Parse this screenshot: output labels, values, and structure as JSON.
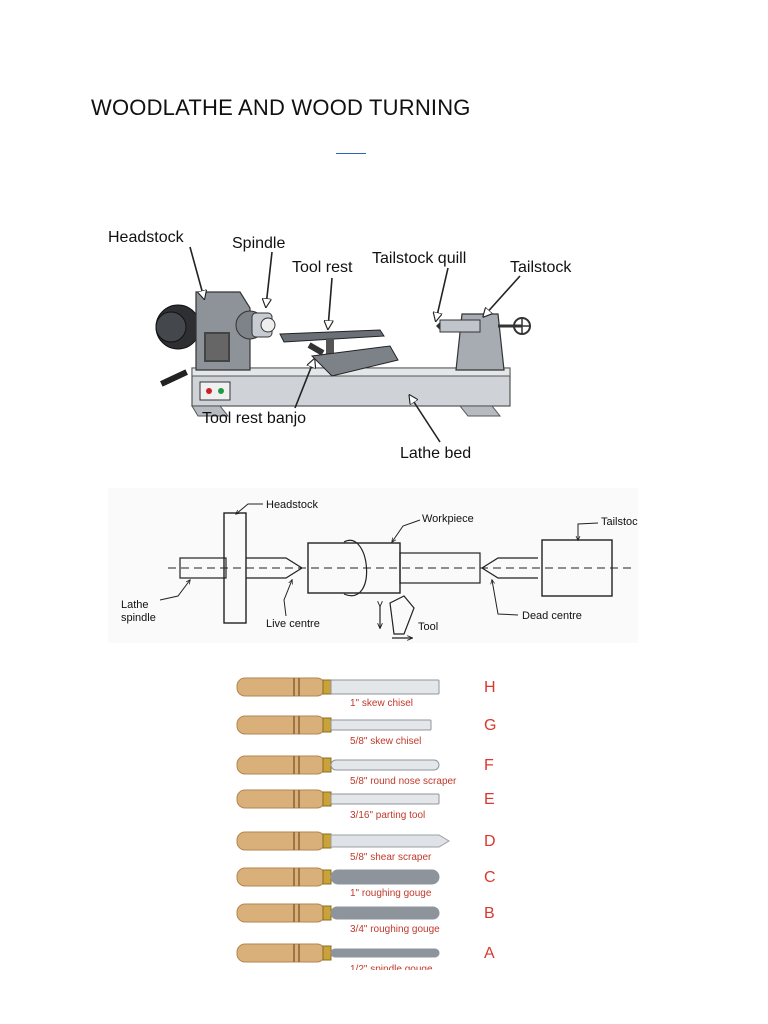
{
  "document": {
    "title": "WOODLATHE AND WOOD TURNING",
    "link_text": ""
  },
  "figure1": {
    "labels": {
      "headstock": "Headstock",
      "spindle": "Spindle",
      "tool_rest": "Tool rest",
      "tailstock_quill": "Tailstock quill",
      "tailstock": "Tailstock",
      "tool_rest_banjo": "Tool rest banjo",
      "lathe_bed": "Lathe bed"
    }
  },
  "figure2": {
    "labels": {
      "headstock": "Headstock",
      "workpiece": "Workpiece",
      "tailstock_sleeve": "Tailstock sleeve",
      "lathe_spindle_1": "Lathe",
      "lathe_spindle_2": "spindle",
      "live_centre": "Live centre",
      "tool": "Tool",
      "dead_centre": "Dead centre"
    }
  },
  "figure3": {
    "tools": [
      {
        "letter": "H",
        "name": "1\" skew chisel"
      },
      {
        "letter": "G",
        "name": "5/8\" skew chisel"
      },
      {
        "letter": "F",
        "name": "5/8\" round nose scraper"
      },
      {
        "letter": "E",
        "name": "3/16\" parting tool"
      },
      {
        "letter": "D",
        "name": "5/8\" shear scraper"
      },
      {
        "letter": "C",
        "name": "1\" roughing gouge"
      },
      {
        "letter": "B",
        "name": "3/4\" roughing gouge"
      },
      {
        "letter": "A",
        "name": "1/2\" spindle gouge"
      }
    ],
    "letter_color": "#d9382f",
    "name_color": "#c0392b"
  }
}
